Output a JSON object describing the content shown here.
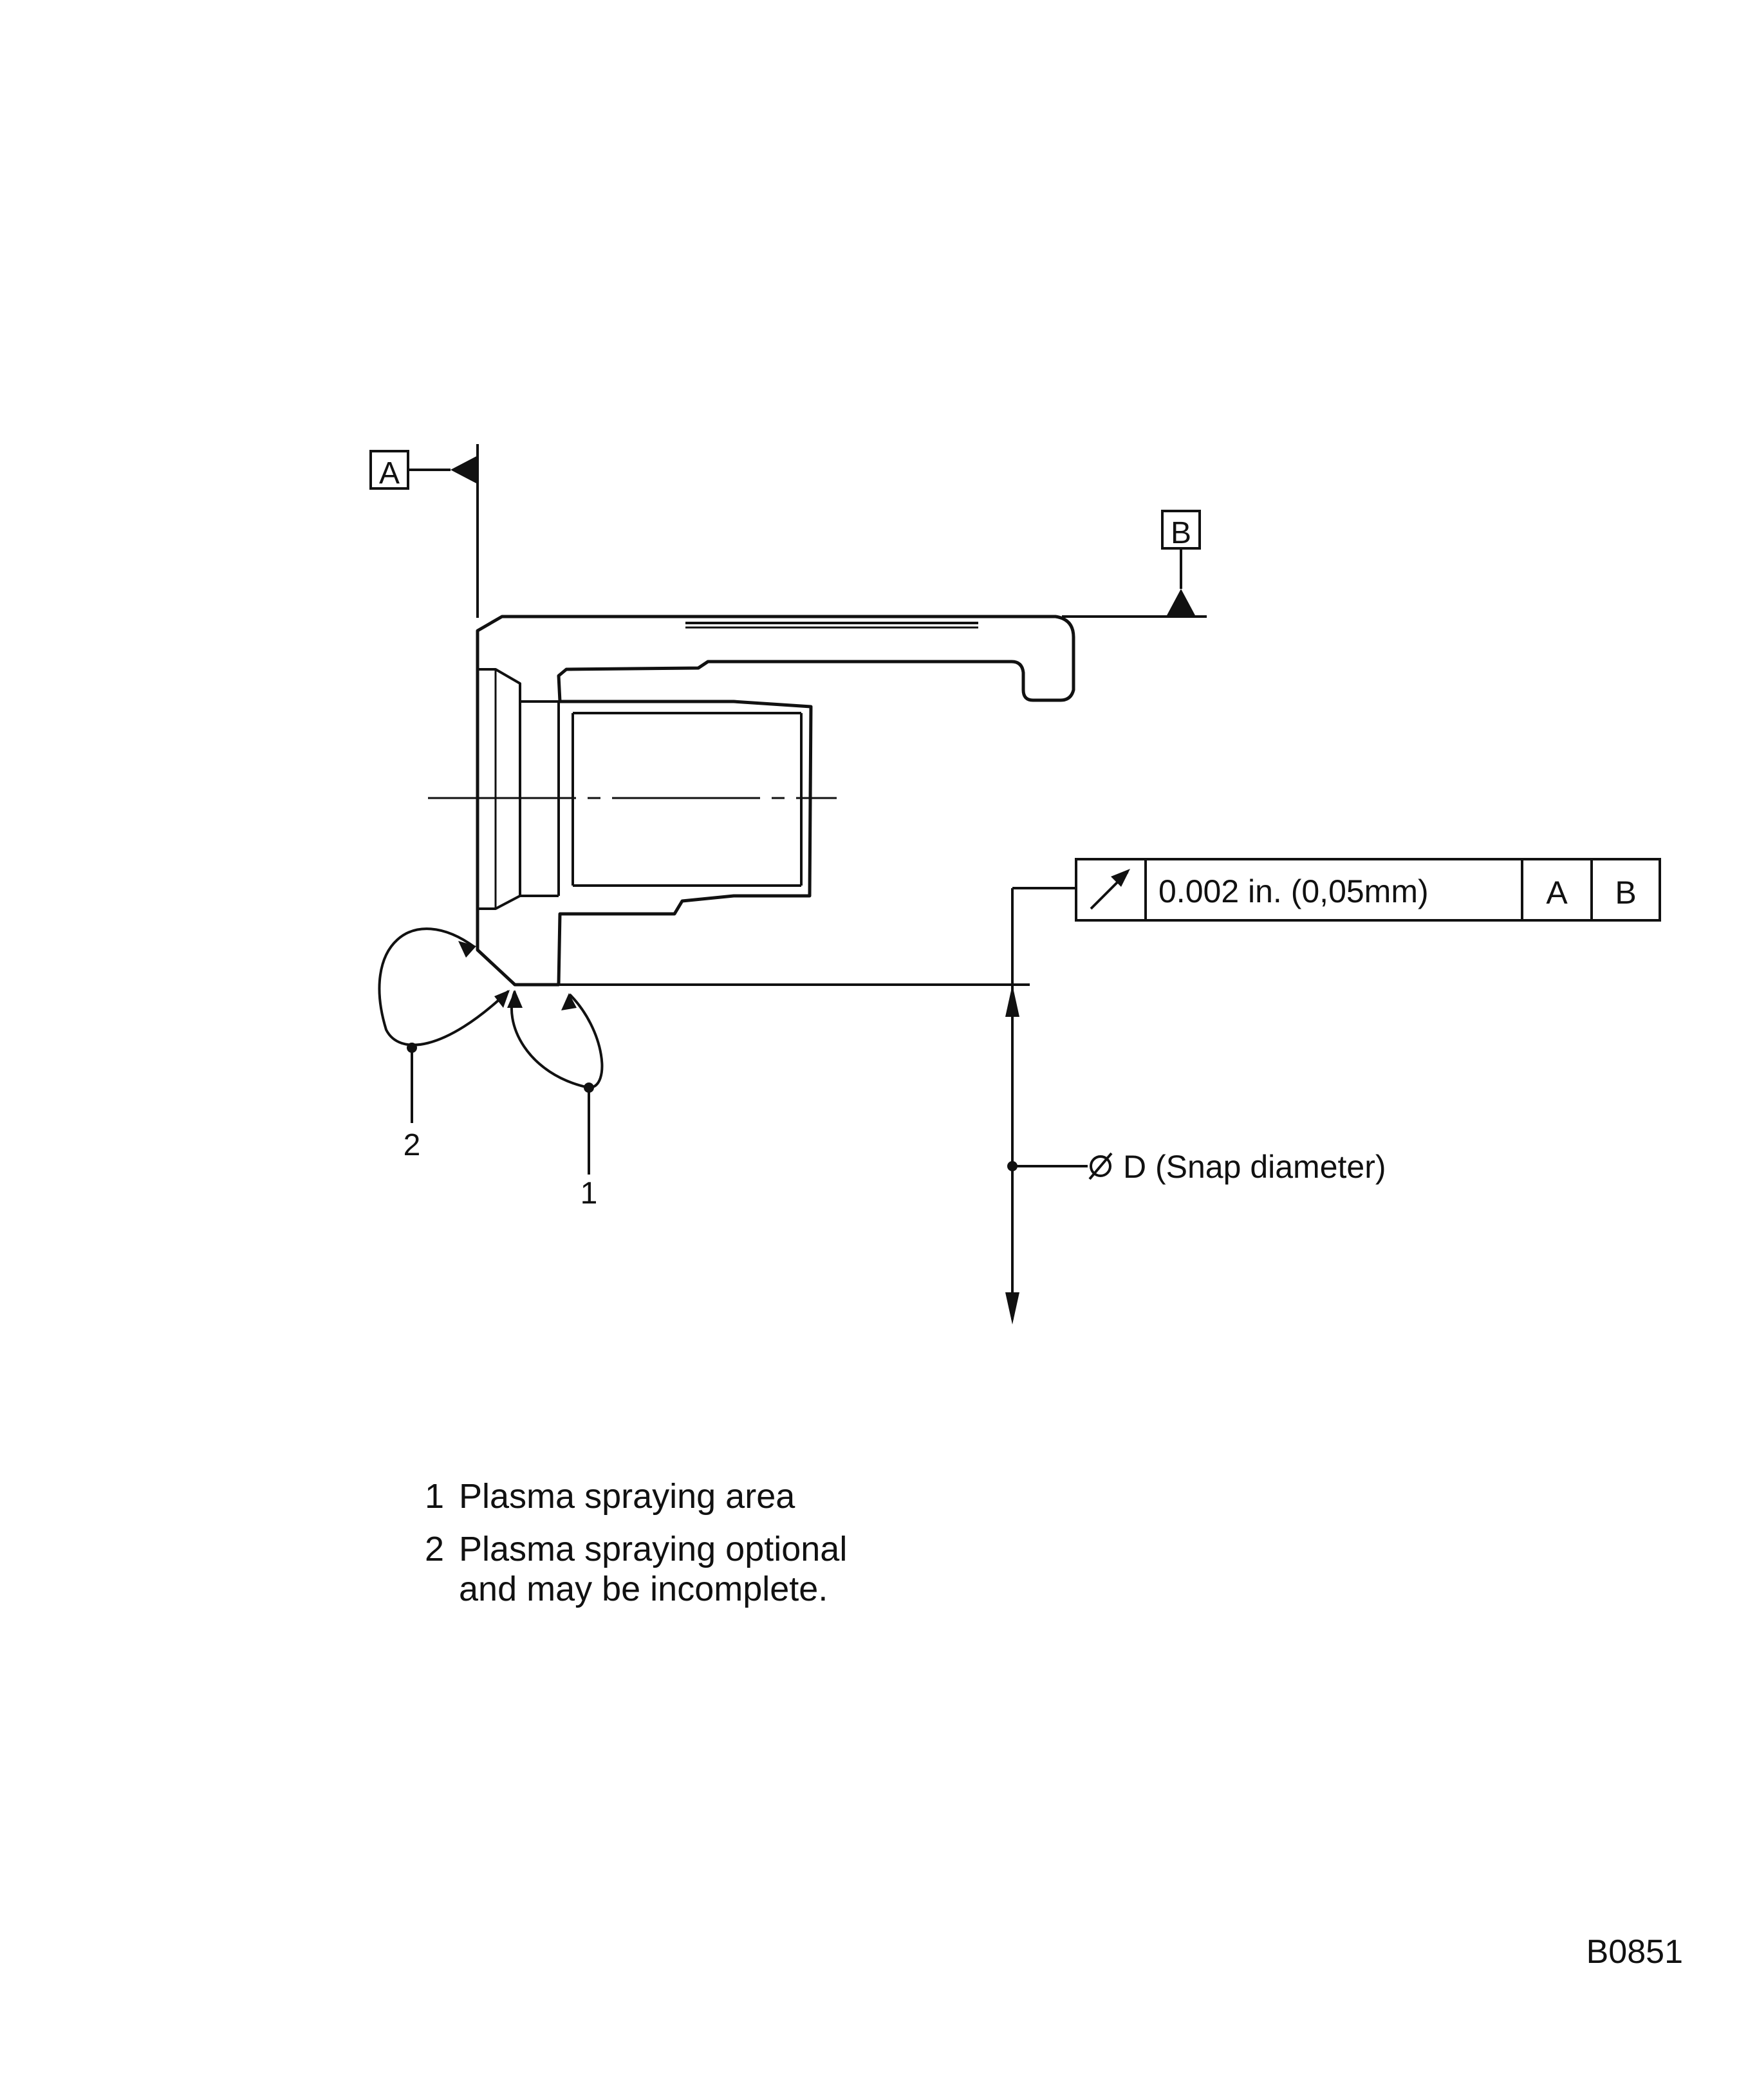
{
  "datum_a": {
    "label": "A"
  },
  "datum_b": {
    "label": "B"
  },
  "feature_control_frame": {
    "tolerance": "0.002 in. (0,05mm)",
    "datum_ref_1": "A",
    "datum_ref_2": "B"
  },
  "callouts": {
    "callout_1": "1",
    "callout_2": "2"
  },
  "dimension": {
    "label": "D (Snap diameter)"
  },
  "notes": {
    "note_1_number": "1",
    "note_1_text": "Plasma spraying area",
    "note_2_number": "2",
    "note_2_line_1": "Plasma spraying optional",
    "note_2_line_2": "and may be incomplete."
  },
  "figure_id": "B0851"
}
